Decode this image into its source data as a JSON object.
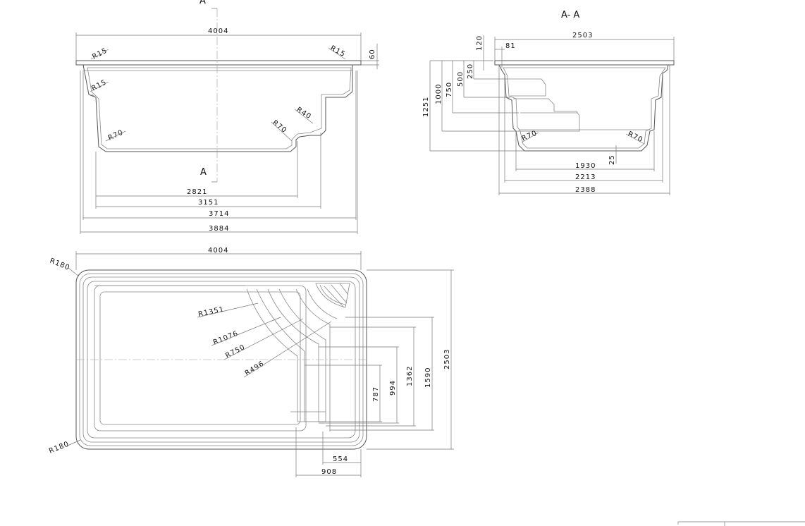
{
  "side_view": {
    "section_marker_top": "A",
    "section_marker_bottom": "A",
    "dims": {
      "top_width": "4004",
      "rim_height": "60",
      "d2821": "2821",
      "d3151": "3151",
      "d3714": "3714",
      "d3884": "3884"
    },
    "radii": {
      "r15_left": "R15",
      "r15_right": "R15",
      "r15_inner": "R15",
      "r40": "R40",
      "r70_step": "R70",
      "r70_floor": "R70"
    }
  },
  "section_view": {
    "title": "A- A",
    "dims": {
      "top_width": "2503",
      "d120": "120",
      "d81": "81",
      "d250": "250",
      "d500": "500",
      "d750": "750",
      "d1000": "1000",
      "d1251": "1251",
      "d25": "25",
      "d1930": "1930",
      "d2213": "2213",
      "d2388": "2388"
    },
    "radii": {
      "r70_left": "R70",
      "r70_right": "R70"
    }
  },
  "plan_view": {
    "dims": {
      "top_width": "4004",
      "d2503": "2503",
      "d1590": "1590",
      "d1362": "1362",
      "d994": "994",
      "d787": "787",
      "d554": "554",
      "d908": "908"
    },
    "radii": {
      "r180_top": "R180",
      "r180_bottom": "R180",
      "r1351": "R1351",
      "r1076": "R1076",
      "r750": "R750",
      "r496": "R496"
    }
  }
}
